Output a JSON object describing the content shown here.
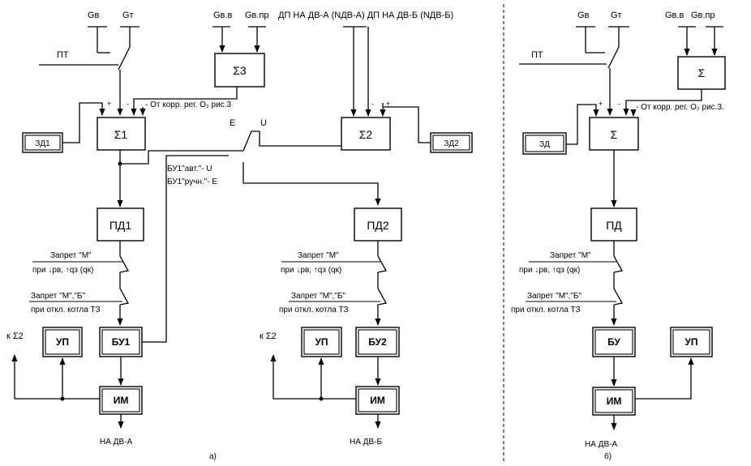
{
  "colors": {
    "ink": "#000000",
    "background": "#ffffff"
  },
  "a": {
    "g_in": "Gв",
    "g_t": "Gт",
    "g_va": "Gв.в",
    "g_vpr": "Gв.пр",
    "pt": "ПТ",
    "dp_top": "ДП НА ДВ-А (NДВ-А) ДП НА ДВ-Б (NДВ-Б)",
    "sum3": "Σ3",
    "sum1": "Σ1",
    "sum2": "Σ2",
    "corr_note": "- От корр. рег. О₂ рис.3",
    "zd1": "ЗД1",
    "zd2": "ЗД2",
    "label_e": "Е",
    "label_u": "U",
    "bu1_auto": "БУ1\"авт.\"- U",
    "bu1_manual": "БУ1\"ручн.\"- Е",
    "pd1": "ПД1",
    "pd2": "ПД2",
    "ban_m_1": "Запрет \"М\"",
    "ban_m_cond_1": "при ↓pв, ↑qз (qк)",
    "ban_mb_1": "Запрет \"М\",\"Б\"",
    "ban_mb_cond_1": "при откл. котла ТЗ",
    "ban_m_2": "Запрет \"М\"",
    "ban_m_cond_2": "при ↓pв, ↑qз (qк)",
    "ban_mb_2": "Запрет \"М\",\"Б\"",
    "ban_mb_cond_2": "при откл. котла ТЗ",
    "to_sum2_1": "к Σ2",
    "to_sum2_2": "к Σ2",
    "up1": "УП",
    "up2": "УП",
    "bu1": "БУ1",
    "bu2": "БУ2",
    "im1": "ИМ",
    "im2": "ИМ",
    "out_a": "НА ДВ-А",
    "out_b": "НА ДВ-Б",
    "caption": "а)"
  },
  "b": {
    "g_in": "Gв",
    "g_t": "Gт",
    "g_va": "Gв.в",
    "g_vpr": "Gв.пр",
    "pt": "ПТ",
    "sum_top": "Σ",
    "sum": "Σ",
    "corr_note": "- От корр. рег. О₂ рис.3.",
    "zd": "ЗД",
    "pd": "ПД",
    "ban_m": "Запрет \"М\"",
    "ban_m_cond": "при ↓pв, ↑qз (qк)",
    "ban_mb": "Запрет \"М\",\"Б\"",
    "ban_mb_cond": "при откл. котла ТЗ",
    "bu": "БУ",
    "up": "УП",
    "im": "ИМ",
    "out": "НА ДВ-А",
    "caption": "б)"
  }
}
